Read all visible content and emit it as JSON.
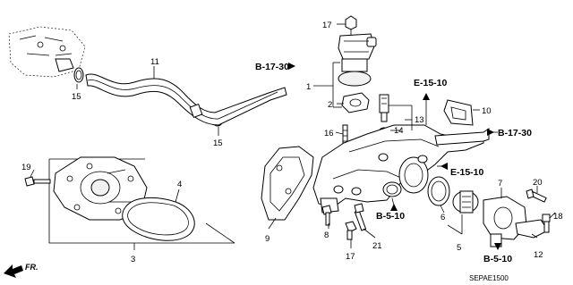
{
  "callouts": {
    "c1": "1",
    "c2": "2",
    "c3": "3",
    "c4": "4",
    "c5": "5",
    "c6": "6",
    "c7": "7",
    "c8": "8",
    "c9": "9",
    "c10": "10",
    "c11": "11",
    "c12": "12",
    "c13": "13",
    "c14": "14",
    "c15a": "15",
    "c15b": "15",
    "c16": "16",
    "c17a": "17",
    "c17b": "17",
    "c18": "18",
    "c19": "19",
    "c20": "20",
    "c21": "21"
  },
  "refs": {
    "b1730_top": "B-17-30",
    "e1510_top": "E-15-10",
    "b1730_right": "B-17-30",
    "e1510_mid": "E-15-10",
    "b510_mid": "B-5-10",
    "b510_right": "B-5-10"
  },
  "direction_label": "FR.",
  "diagram_code": "SEPAE1500"
}
